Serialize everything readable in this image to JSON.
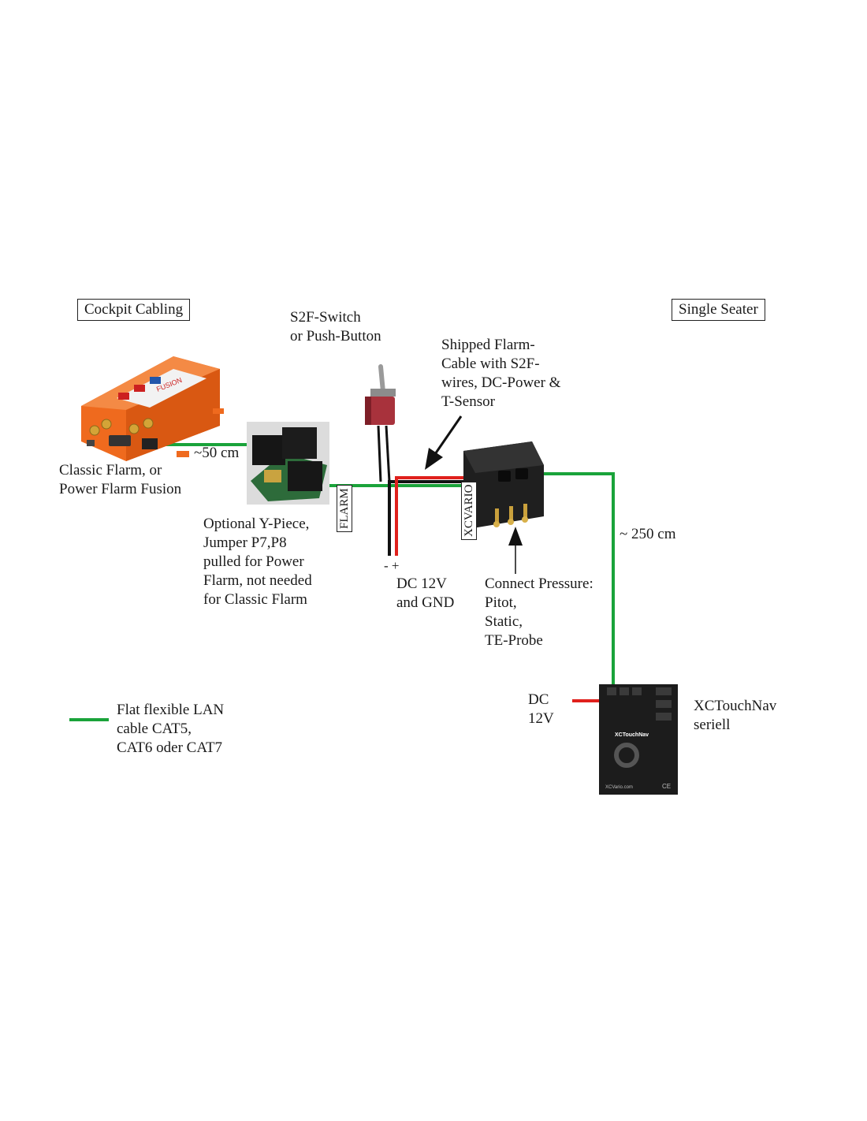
{
  "title_box_left": "Cockpit Cabling",
  "title_box_right": "Single Seater",
  "labels": {
    "s2f_switch": [
      "S2F-Switch",
      "or Push-Button"
    ],
    "shipped_cable": [
      "Shipped Flarm-",
      "Cable with S2F-",
      "wires, DC-Power &",
      "T-Sensor"
    ],
    "flarm_device": [
      "Classic Flarm, or",
      "Power Flarm Fusion"
    ],
    "cable_50": "~50 cm",
    "y_piece": [
      "Optional Y-Piece,",
      "Jumper P7,P8",
      "pulled for Power",
      "Flarm, not needed",
      "for Classic Flarm"
    ],
    "minus_plus": "- +",
    "dc_gnd": [
      "DC 12V",
      "and GND"
    ],
    "pressure": [
      "Connect Pressure:",
      "Pitot,",
      "Static,",
      "TE-Probe"
    ],
    "cable_250": "~ 250 cm",
    "dc_12v": [
      "DC",
      "12V"
    ],
    "xctouchnav": [
      "XCTouchNav",
      "seriell"
    ],
    "legend": [
      "Flat flexible LAN",
      "cable CAT5,",
      "CAT6 oder CAT7"
    ]
  },
  "port_labels": {
    "flarm": "FLARM",
    "xcvario": "XCVARIO"
  },
  "device_text": {
    "fusion": "FUSION",
    "xctouchnav_panel": "XCTouchNav",
    "xctouchnav_footer": "XCVario.com",
    "ce_mark": "CE"
  },
  "colors": {
    "lan_cable": "#1aa33a",
    "power_red": "#e0201c",
    "ground_black": "#111111",
    "flarm_orange": "#ef6a1e",
    "device_black": "#1c1c1c"
  }
}
